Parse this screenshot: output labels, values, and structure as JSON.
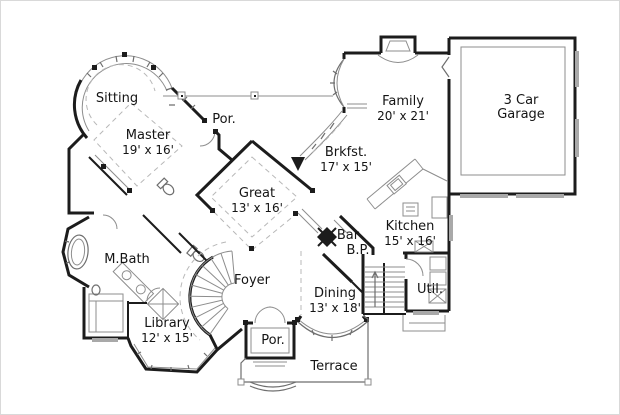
{
  "colors": {
    "background": "#ffffff",
    "wall": "#1c1c1c",
    "thin_line": "#8d8d8d",
    "dashed_line": "#b8b8b8",
    "window_band": "#a9a9a9",
    "text": "#141414"
  },
  "rooms": [
    {
      "id": "sitting",
      "name": "Sitting",
      "dims": ""
    },
    {
      "id": "master",
      "name": "Master",
      "dims": "19' x 16'"
    },
    {
      "id": "porch-top",
      "name": "Por.",
      "dims": ""
    },
    {
      "id": "family",
      "name": "Family",
      "dims": "20' x 21'"
    },
    {
      "id": "garage",
      "name": "3 Car Garage",
      "dims": ""
    },
    {
      "id": "breakfast",
      "name": "Brkfst.",
      "dims": "17' x 15'"
    },
    {
      "id": "great",
      "name": "Great",
      "dims": "13' x 16'"
    },
    {
      "id": "bar",
      "name": "Bar",
      "dims": ""
    },
    {
      "id": "butlers-pantry",
      "name": "B.P.",
      "dims": ""
    },
    {
      "id": "kitchen",
      "name": "Kitchen",
      "dims": "15' x 16'"
    },
    {
      "id": "master-bath",
      "name": "M.Bath",
      "dims": ""
    },
    {
      "id": "foyer",
      "name": "Foyer",
      "dims": ""
    },
    {
      "id": "dining",
      "name": "Dining",
      "dims": "13' x 18'"
    },
    {
      "id": "utility",
      "name": "Util.",
      "dims": ""
    },
    {
      "id": "library",
      "name": "Library",
      "dims": "12' x 15'"
    },
    {
      "id": "porch-bottom",
      "name": "Por.",
      "dims": ""
    },
    {
      "id": "terrace",
      "name": "Terrace",
      "dims": ""
    }
  ]
}
